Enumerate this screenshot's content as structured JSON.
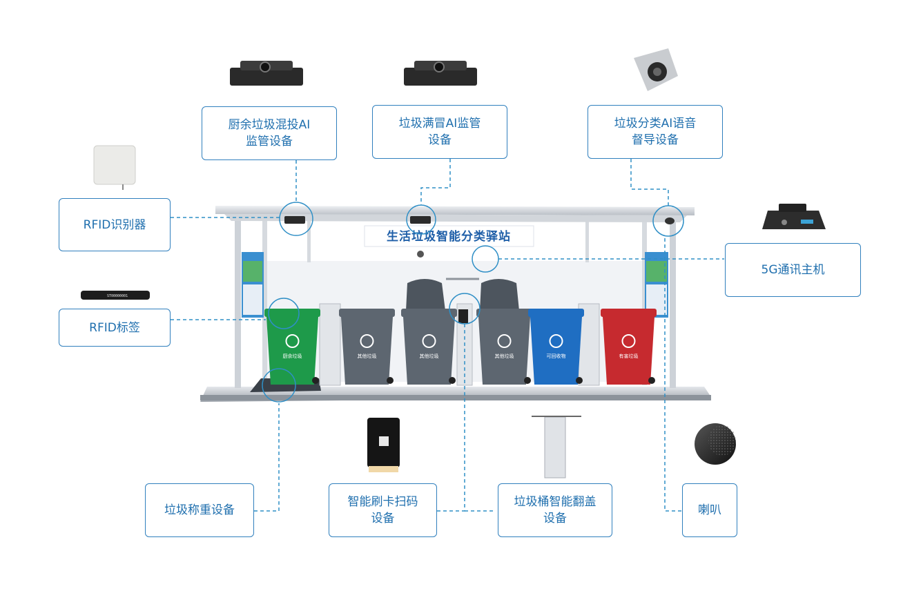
{
  "station_sign": "生活垃圾智能分类驿站",
  "labels": {
    "kitchen_ai": {
      "line1": "厨余垃圾混投AI",
      "line2": "监管设备"
    },
    "overflow_ai": {
      "line1": "垃圾满冒AI监管",
      "line2": "设备"
    },
    "voice_ai": {
      "line1": "垃圾分类AI语音",
      "line2": "督导设备"
    },
    "rfid_reader": {
      "line1": "RFID识别器"
    },
    "host_5g": {
      "line1": "5G通讯主机"
    },
    "rfid_tag": {
      "line1": "RFID标签"
    },
    "weighing": {
      "line1": "垃圾称重设备"
    },
    "card_scanner": {
      "line1": "智能刷卡扫码",
      "line2": "设备"
    },
    "lid_flip": {
      "line1": "垃圾桶智能翻盖",
      "line2": "设备"
    },
    "speaker": {
      "line1": "喇叭"
    }
  },
  "bins": [
    {
      "label": "厨余垃圾",
      "color": "#1e9a4a"
    },
    {
      "label": "其他垃圾",
      "color": "#5d6670"
    },
    {
      "label": "其他垃圾",
      "color": "#5d6670"
    },
    {
      "label": "其他垃圾",
      "color": "#5d6670"
    },
    {
      "label": "可回收物",
      "color": "#1f6ec2"
    },
    {
      "label": "有害垃圾",
      "color": "#c62a2f"
    }
  ],
  "rfid_tag_code": "ST00000001",
  "colors": {
    "line": "#2f8fc6",
    "box_border": "#2f7fbd",
    "text": "#1f6fae"
  }
}
